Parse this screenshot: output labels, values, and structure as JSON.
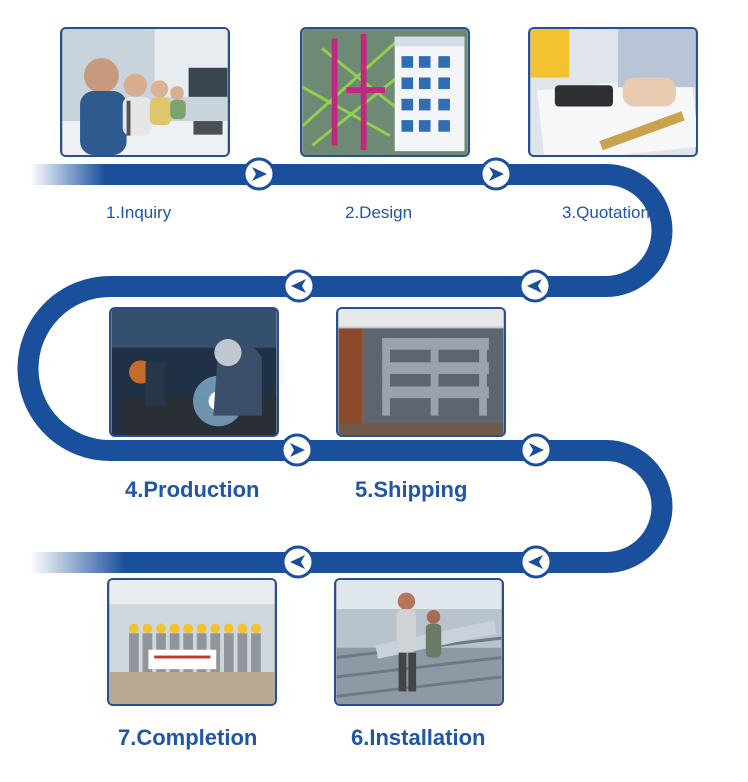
{
  "steps": [
    {
      "label": "1.Inquiry"
    },
    {
      "label": "2.Design"
    },
    {
      "label": "3.Quotation"
    },
    {
      "label": "4.Production"
    },
    {
      "label": "5.Shipping"
    },
    {
      "label": "6.Installation"
    },
    {
      "label": "7.Completion"
    }
  ],
  "colors": {
    "path": "#1a4f9c",
    "label": "#1f56a6",
    "arrow_fill": "#ffffff"
  },
  "icons": [
    "chevron-right-icon",
    "chevron-left-icon"
  ]
}
